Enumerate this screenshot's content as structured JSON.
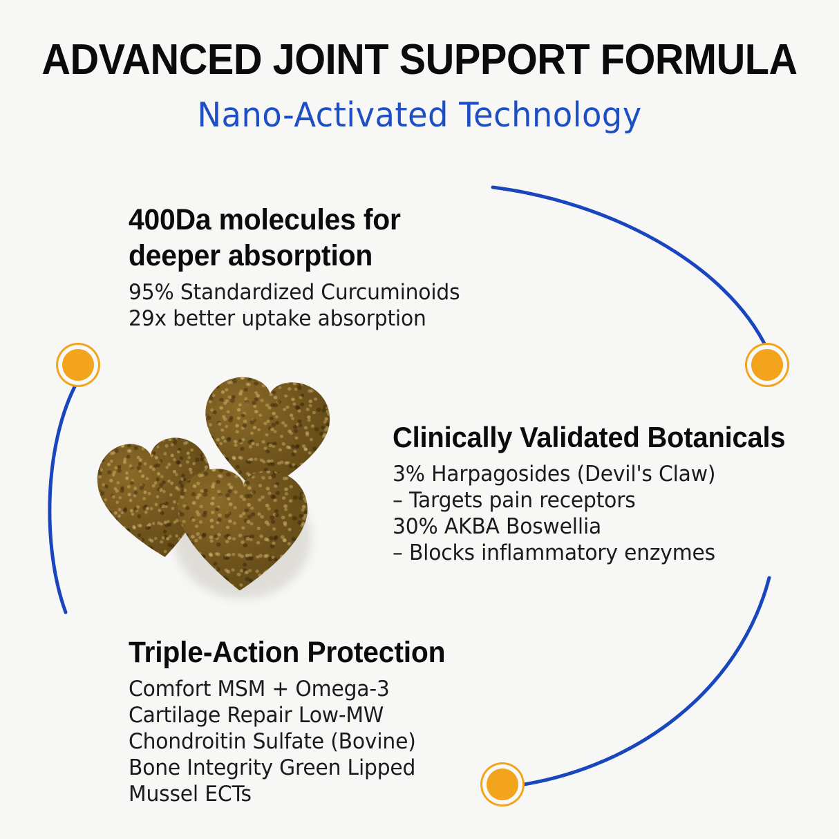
{
  "header": {
    "title": "ADVANCED JOINT SUPPORT FORMULA",
    "subtitle": "Nano-Activated Technology"
  },
  "colors": {
    "background": "#f7f7f6",
    "accent_blue": "#1d4ec4",
    "connector_blue": "#1a46bd",
    "node_orange": "#f2a51c",
    "text_dark": "#0b0b0b",
    "treat_brown": "#6d5320"
  },
  "features": [
    {
      "id": "absorption",
      "heading_line_1": "400Da molecules for",
      "heading_line_2": "deeper absorption",
      "lines": [
        "95% Standardized Curcuminoids",
        "29x better uptake absorption"
      ]
    },
    {
      "id": "botanicals",
      "heading_line_1": "Clinically Validated Botanicals",
      "lines": [
        "3% Harpagosides (Devil's Claw)",
        "– Targets pain receptors",
        "30% AKBA Boswellia",
        "– Blocks inflammatory enzymes"
      ]
    },
    {
      "id": "protection",
      "heading_line_1": "Triple-Action Protection",
      "lines": [
        "Comfort MSM + Omega-3",
        "Cartilage Repair Low-MW",
        "Chondroitin Sulfate (Bovine)",
        "Bone Integrity Green Lipped",
        "Mussel ECTs"
      ]
    }
  ],
  "nodes": [
    {
      "id": "left",
      "label": "absorption-node"
    },
    {
      "id": "right",
      "label": "botanicals-node"
    },
    {
      "id": "bottom",
      "label": "protection-node"
    }
  ],
  "product": {
    "name": "heart-shaped soft chew treats",
    "count": 3
  }
}
